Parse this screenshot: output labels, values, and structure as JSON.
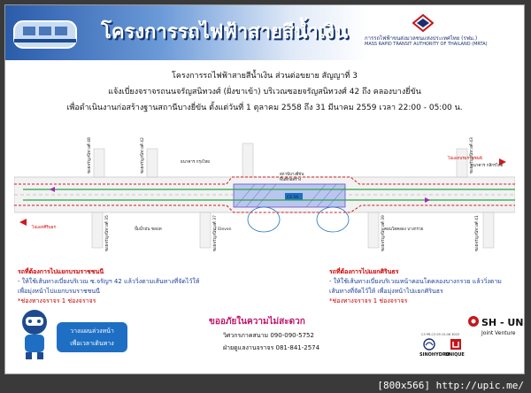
{
  "header": {
    "title": "โครงการรถไฟฟ้าสายสีน้ำเงิน",
    "org_th": "การรถไฟฟ้าขนส่งมวลชนแห่งประเทศไทย (รฟม.)",
    "org_en": "MASS RAPID TRANSIT AUTHORITY OF THAILAND (MRTA)"
  },
  "intro": {
    "line1": "โครงการรถไฟฟ้าสายสีน้ำเงิน ส่วนต่อขยาย สัญญาที่ 3",
    "line2": "แจ้งเบี่ยงจราจรถนนจรัญสนิทวงศ์ (ฝั่งขาเข้า) บริเวณซอยจรัญสนิทวงศ์ 42 ถึง คลองบางยี่ขัน",
    "line3": "เพื่อดำเนินงานก่อสร้างฐานสถานีบางยี่ขัน ตั้งแต่วันที่  1 ตุลาคม 2558 ถึง 31 มีนาคม 2559 เวลา 22:00 - 05:00 น."
  },
  "map_labels": {
    "to_sanam_chai": "ไปแยกบรมราชชนนี",
    "to_sirindhorn": "ไปแยกศิรินธร",
    "soi_48": "ซอยจรัญสนิทวงศ์ 48",
    "soi_42": "ซอยจรัญสนิทวงศ์ 42",
    "soi_35": "ซอยจรัญสนิทวงศ์ 35",
    "soi_37": "ซอยจรัญสนิทวงศ์ 37",
    "soi_39": "ซอยจรัญสนิทวงศ์ 39",
    "soi_41": "ซอยจรัญสนิทวงศ์ 41",
    "soi_43": "ซอยจรัญสนิทวงศ์ 43",
    "school": "ธนาคาร กรุงไทย",
    "bank": "ธนาคาร กสิกรไทย",
    "pump": "ปั๊มน้ำมัน ชลบท",
    "seven": "7 Eleven",
    "condo": "คอนโดคลอง บางกรวย",
    "station": "สถานีบางยี่ขัน",
    "work_zone": "พื้นที่ก่อสร้าง",
    "cs": "CS 56"
  },
  "notes": {
    "left_title": "รถที่ต้องการไปแยกบรมราชชนนี",
    "left_body1": "- ให้ใช้เส้นทางเบี่ยงบริเวณ ซ.จรัญฯ 42 แล้ววิ่งตามเส้นทางที่จัดไว้ให้",
    "left_body2": "เพื่อมุ่งหน้าไปแยกบรมราชชนนี",
    "left_lanes": "*ช่องทางจราจร 1 ช่องจราจร",
    "right_title": "รถที่ต้องการไปแยกศิรินธร",
    "right_body1": "- ให้ใช้เส้นทางเบี่ยงบริเวณหน้าคอนโดคลองบางกรวย แล้ววิ่งตาม",
    "right_body2": "เส้นทางที่จัดไว้ให้ เพื่อมุ่งหน้าไปแยกศิรินธร",
    "right_lanes": "*ช่องทางจราจร 1 ช่องจราจร"
  },
  "footer": {
    "bubble_line1": "วางแผนล่วงหน้า",
    "bubble_line2": "เพื่อเวลาเดินทาง",
    "apology": "ขออภัยในความไม่สะดวก",
    "contact1": "วิศวกรภาคสนาม      090-090-5752",
    "contact2": "ฝ่ายดูแลงานจราจร    081-841-2574",
    "code": "C3 PR-C3 09 15-06 3003",
    "sino": "SINOHYDRO",
    "unique": "UNIQUE",
    "jv_name": "SH - UN",
    "jv_sub": "Joint Venture"
  },
  "watermark": "[800x566] http://upic.me/",
  "colors": {
    "title_bg": "#2a5caa",
    "route_red": "#d0191d",
    "route_green": "#2aa34a",
    "station_fill": "#b9c7ee"
  }
}
